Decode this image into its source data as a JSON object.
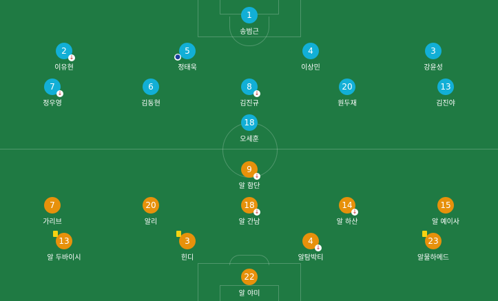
{
  "home": {
    "color": "#12afd6",
    "players": [
      {
        "number": "1",
        "name": "송범근",
        "events": []
      },
      {
        "number": "2",
        "name": "이유현",
        "events": [
          "substitution"
        ]
      },
      {
        "number": "5",
        "name": "정태욱",
        "events": [
          "goal"
        ]
      },
      {
        "number": "4",
        "name": "이상민",
        "events": []
      },
      {
        "number": "3",
        "name": "강윤성",
        "events": []
      },
      {
        "number": "7",
        "name": "정우영",
        "events": [
          "substitution"
        ]
      },
      {
        "number": "6",
        "name": "김동현",
        "events": []
      },
      {
        "number": "8",
        "name": "김진규",
        "events": [
          "substitution"
        ]
      },
      {
        "number": "20",
        "name": "원두재",
        "events": []
      },
      {
        "number": "13",
        "name": "김진야",
        "events": []
      },
      {
        "number": "18",
        "name": "오세훈",
        "events": []
      }
    ]
  },
  "away": {
    "color": "#e7910b",
    "players": [
      {
        "number": "9",
        "name": "알 함단",
        "events": [
          "substitution"
        ]
      },
      {
        "number": "7",
        "name": "가리브",
        "events": []
      },
      {
        "number": "20",
        "name": "알리",
        "events": []
      },
      {
        "number": "18",
        "name": "알 간남",
        "events": [
          "substitution"
        ]
      },
      {
        "number": "14",
        "name": "알 하산",
        "events": [
          "substitution"
        ]
      },
      {
        "number": "15",
        "name": "알 예이사",
        "events": []
      },
      {
        "number": "13",
        "name": "알 두바이시",
        "events": [
          "yellow-card"
        ]
      },
      {
        "number": "3",
        "name": "힌디",
        "events": [
          "yellow-card"
        ]
      },
      {
        "number": "4",
        "name": "알탐박티",
        "events": [
          "substitution"
        ]
      },
      {
        "number": "23",
        "name": "알물하메드",
        "events": [
          "yellow-card"
        ]
      },
      {
        "number": "22",
        "name": "알 야미",
        "events": []
      }
    ]
  },
  "icons": {
    "substitution": "arrow-down-icon",
    "goal": "soccer-ball-icon",
    "yellow-card": "yellow-card-icon"
  }
}
